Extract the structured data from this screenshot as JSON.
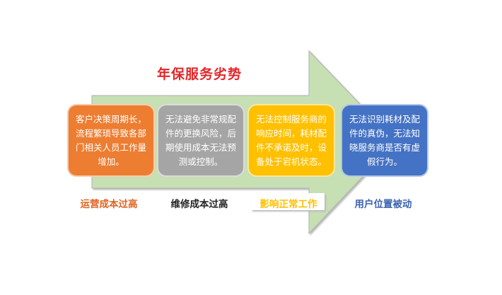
{
  "title": "年保服务劣势",
  "colors": {
    "arrow": "#c6e0b4",
    "orange": "#ed7d31",
    "gray": "#a5a5a5",
    "yellow": "#ffc000",
    "blue": "#4472c4",
    "title": "#e3262a"
  },
  "items": [
    {
      "text": "客户决策周期长，流程繁琐导致各部门相关人员工作量增加。",
      "label": "运营成本过高"
    },
    {
      "text": "无法避免非常规配件的更换风险，后期使用成本无法预测或控制。",
      "label": "维修成本过高"
    },
    {
      "text": "无法控制服务商的响应时间，耗材配件不承诺及时，设备处于宕机状态。",
      "label": "影响正常工作"
    },
    {
      "text": "无法识别耗材及配件的真伪，无法知晓服务商是否有虚假行为。",
      "label": "用户位置被动"
    }
  ]
}
